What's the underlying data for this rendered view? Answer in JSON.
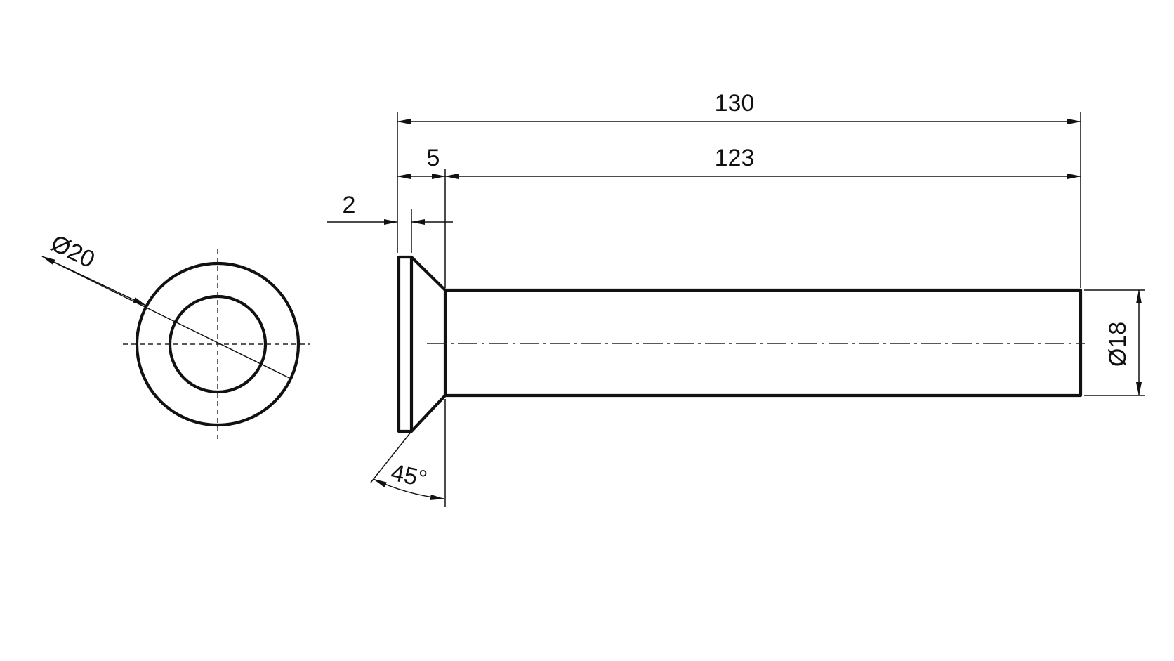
{
  "dimensions": {
    "total_length": "130",
    "shank_length": "123",
    "head_length": "5",
    "head_edge": "2",
    "head_diameter": "Ø20",
    "shank_diameter": "Ø18",
    "chamfer_angle": "45°"
  }
}
